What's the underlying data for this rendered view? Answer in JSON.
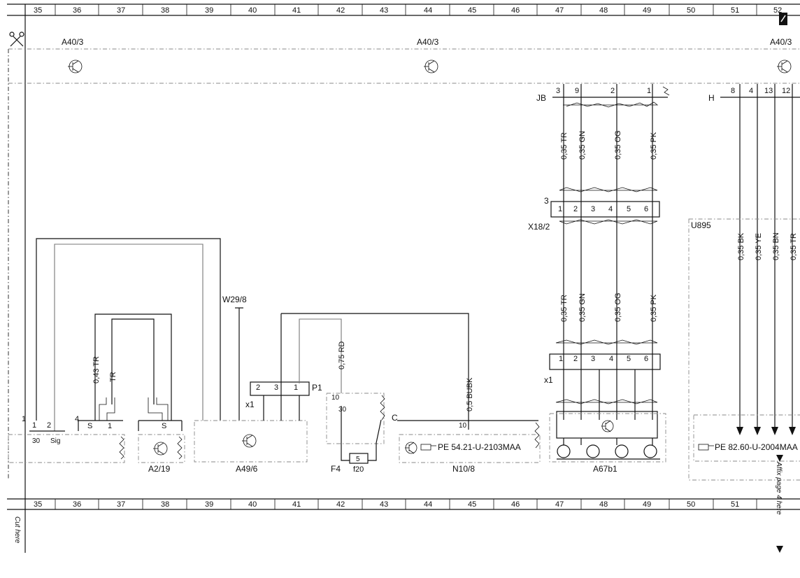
{
  "grid": {
    "columns": [
      "35",
      "36",
      "37",
      "38",
      "39",
      "40",
      "41",
      "42",
      "43",
      "44",
      "45",
      "46",
      "47",
      "48",
      "49",
      "50",
      "51",
      "52"
    ]
  },
  "header_components": [
    {
      "id": "a40-3-left",
      "label": "A40/3"
    },
    {
      "id": "a40-3-center",
      "label": "A40/3"
    },
    {
      "id": "a40-3-right",
      "label": "A40/3"
    }
  ],
  "connectors": {
    "jb": {
      "label": "JB",
      "pins": [
        "3",
        "9",
        "2",
        "1"
      ]
    },
    "h": {
      "label": "H",
      "pins": [
        "8",
        "4",
        "13",
        "12"
      ]
    },
    "x18_2": {
      "label": "X18/2",
      "prefix": "3",
      "pins": [
        "1",
        "2",
        "3",
        "4",
        "5",
        "6"
      ]
    },
    "x1_right": {
      "label": "x1",
      "pins": [
        "1",
        "2",
        "3",
        "4",
        "5",
        "6"
      ]
    },
    "x1_left": {
      "label": "x1",
      "p_label": "P1",
      "pins": [
        "2",
        "3",
        "1"
      ]
    },
    "a2_left_pins": {
      "pin_a": "1",
      "pin_b": "2",
      "pin_c": "4",
      "s1": "S",
      "s2": "S",
      "one": "1",
      "n30": "30",
      "sig": "Sig"
    }
  },
  "wires": {
    "upper": [
      "0,35 TR",
      "0,35 GN",
      "0,35 OG",
      "0,35 PK"
    ],
    "lower": [
      "0,35 TR",
      "0,35 GN",
      "0,35 OG",
      "0,35 PK"
    ],
    "u895": [
      "0,35 BK",
      "0,35 YE",
      "0,35 BN",
      "0,35 TR"
    ],
    "left_tr": "0,43 TR",
    "left_tr2": "TR",
    "rd": "0,75 RD",
    "bubk": "0,5 BUBK"
  },
  "labels": {
    "w29_8": "W29/8",
    "u895": "U895",
    "c": "C",
    "pin10_n10": "10",
    "fuse_top": "10",
    "fuse_30": "30",
    "fuse_5": "5",
    "fuse_f20": "f20",
    "f4": "F4",
    "n10_8": "N10/8",
    "a67b1": "A67b1",
    "a49_6": "A49/6",
    "a2_19": "A2/19"
  },
  "refs": {
    "pe_n10": "PE 54.21-U-2103MAA",
    "pe_right": "PE 82.60-U-2004MAA"
  },
  "margin_notes": {
    "cut_here": "Cut here",
    "affix": "Affix page 4 here"
  },
  "colors": {
    "line": "#111111",
    "gray_line": "#777777"
  }
}
